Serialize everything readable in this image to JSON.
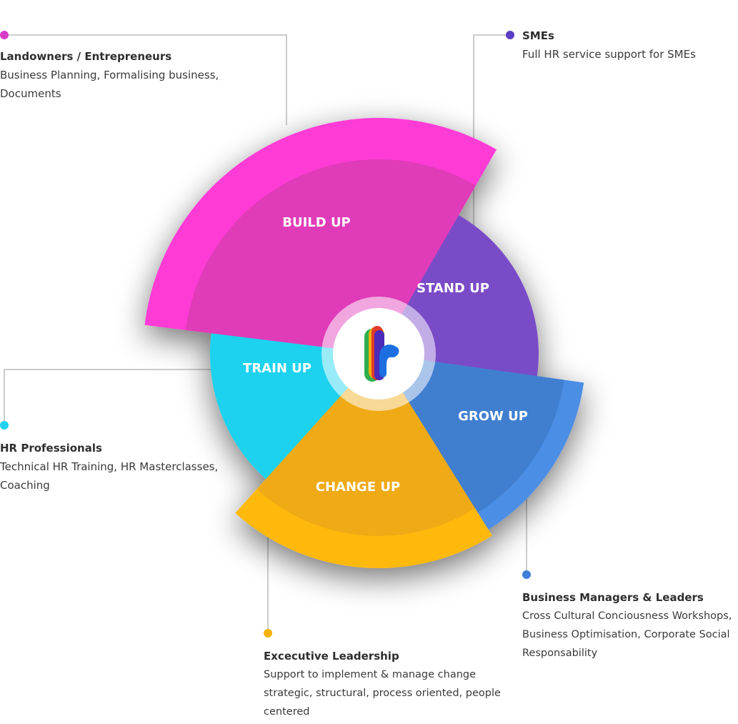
{
  "diagram": {
    "segments": [
      {
        "id": "build",
        "label": "BUILD UP",
        "color": "#ff3bd6",
        "inner_color": "#e03ab8"
      },
      {
        "id": "stand",
        "label": "STAND UP",
        "color": "#7a4bc7",
        "inner_color": "#7148be"
      },
      {
        "id": "grow",
        "label": "GROW UP",
        "color": "#4b8ee5",
        "inner_color": "#3f7fd0"
      },
      {
        "id": "change",
        "label": "CHANGE UP",
        "color": "#ffb90f",
        "inner_color": "#efaa12"
      },
      {
        "id": "train",
        "label": "TRAIN UP",
        "color": "#1fd2ee",
        "inner_color": "#1fd2ee"
      }
    ],
    "center_icon": "company-logo-icon"
  },
  "callouts": {
    "landowners": {
      "title": "Landowners / Entrepreneurs",
      "description": "Business Planning, Formalising business, Documents",
      "dot_color": "#d63bc8"
    },
    "smes": {
      "title": "SMEs",
      "description": "Full HR service support for SMEs",
      "dot_color": "#5b3cc4"
    },
    "hr_professionals": {
      "title": "HR Professionals",
      "description": "Technical HR Training, HR Masterclasses, Coaching",
      "dot_color": "#1fd2ee"
    },
    "executive_leadership": {
      "title": "Excecutive Leadership",
      "description": "Support to implement & manage change strategic, structural, process oriented, people centered",
      "dot_color": "#f5b20d"
    },
    "business_managers": {
      "title": "Business Managers & Leaders",
      "description": "Cross Cultural Conciousness Workshops, Business Optimisation, Corporate Social Responsability",
      "dot_color": "#3f7fd8"
    }
  },
  "connector_color": "#9a9a9a"
}
